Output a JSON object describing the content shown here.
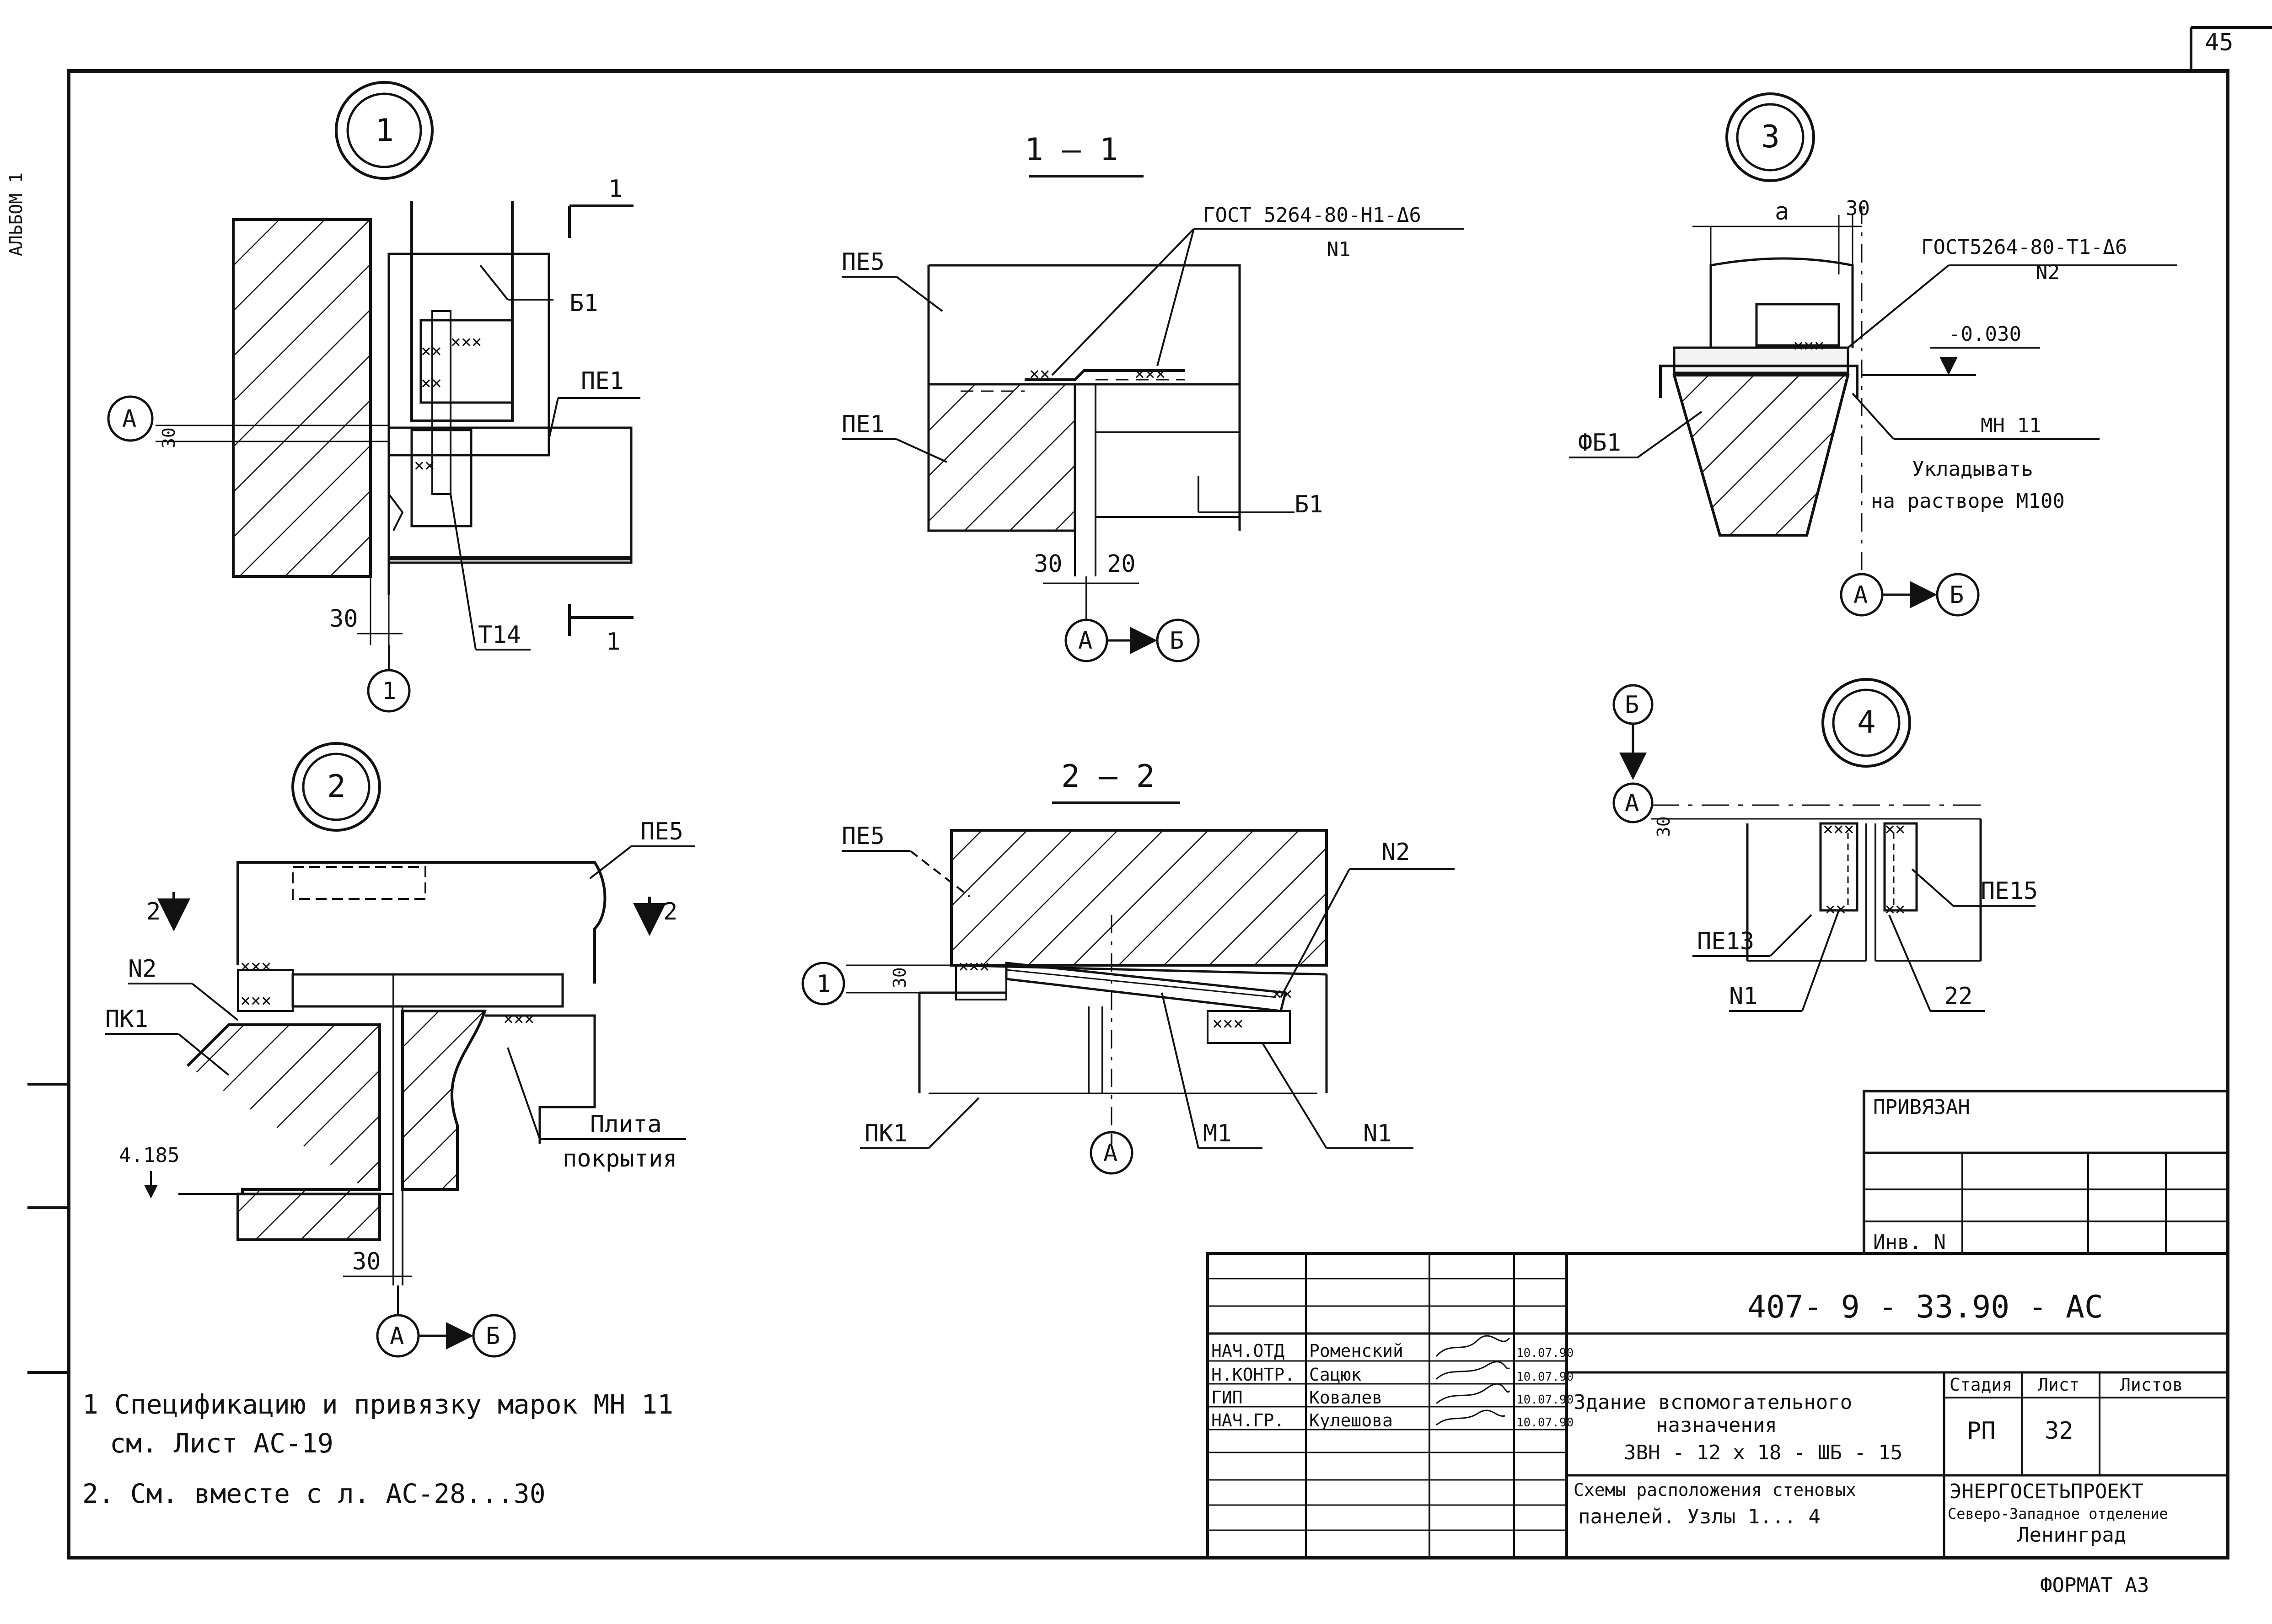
{
  "sheet": {
    "album_label": "АЛЬБОМ 1",
    "corner_number": "45",
    "format_label": "ФОРМАТ А3"
  },
  "node1": {
    "marker": "1",
    "labels": {
      "b1": "Б1",
      "pe1": "ПЕ1",
      "t14": "Т14",
      "axis_a": "А",
      "dim_30a": "30",
      "dim_30b": "30",
      "axis_1": "1",
      "cut_1_top": "1",
      "cut_1_bottom": "1"
    }
  },
  "section_1_1": {
    "title": "1 — 1",
    "labels": {
      "gost": "ГОСТ 5264-80-Н1-Δ6",
      "n1": "N1",
      "pe5": "ПЕ5",
      "pe1": "ПЕ1",
      "b1": "Б1",
      "dim_30": "30",
      "dim_20": "20",
      "axis_a": "А",
      "axis_b": "Б"
    }
  },
  "node3": {
    "marker": "3",
    "labels": {
      "a": "а",
      "dim_30": "30",
      "gost": "ГОСТ5264-80-Т1-Δ6",
      "n2": "N2",
      "level": "-0.030",
      "fb1": "ФБ1",
      "mn11": "МН 11",
      "lay_1": "Укладывать",
      "lay_2": "на растворе М100",
      "axis_a": "А",
      "axis_b": "Б"
    }
  },
  "node2": {
    "marker": "2",
    "labels": {
      "pe5": "ПЕ5",
      "cut_2_left": "2",
      "cut_2_right": "2",
      "n2": "N2",
      "pk1": "ПК1",
      "level": "4.185",
      "slab_1": "Плита",
      "slab_2": "покрытия",
      "dim_30": "30",
      "axis_a": "А",
      "axis_b": "Б"
    }
  },
  "section_2_2": {
    "title": "2 — 2",
    "labels": {
      "pe5": "ПЕ5",
      "n2": "N2",
      "axis_1": "1",
      "dim_30": "30",
      "pk1": "ПК1",
      "axis_a": "А",
      "m1": "М1",
      "n1": "N1"
    }
  },
  "node4": {
    "marker": "4",
    "labels": {
      "axis_b": "Б",
      "axis_a": "А",
      "dim_30": "30",
      "pe13": "ПЕ13",
      "pe15": "ПЕ15",
      "n1": "N1",
      "dim_22": "22"
    }
  },
  "notes": {
    "line1": "1 Спецификацию и привязку марок МН 11",
    "line2": "см. Лист АС-19",
    "line3": "2. См. вместе с л. АС-28...30"
  },
  "binding_box": {
    "title": "ПРИВЯЗАН",
    "inv": "Инв. N"
  },
  "title_block": {
    "doc_code": "407- 9 - 33.90 - АС",
    "signatures": [
      {
        "role": "НАЧ.ОТД",
        "name": "Роменский",
        "date": "10.07.90"
      },
      {
        "role": "Н.КОНТР.",
        "name": "Сацюк",
        "date": "10.07.90"
      },
      {
        "role": "ГИП",
        "name": "Ковалев",
        "date": "10.07.90"
      },
      {
        "role": "НАЧ.ГР.",
        "name": "Кулешова",
        "date": "10.07.90"
      }
    ],
    "building_1": "Здание вспомогательного",
    "building_2": "назначения",
    "building_3": "ЗВН - 12 х 18 - ШБ - 15",
    "sheet_title_1": "Схемы расположения стеновых",
    "sheet_title_2": "панелей.  Узлы 1... 4",
    "col_stage": "Стадия",
    "col_sheet": "Лист",
    "col_sheets": "Листов",
    "stage": "РП",
    "sheet_no": "32",
    "org_1": "ЭНЕРГОСЕТЬПРОЕКТ",
    "org_2": "Северо-Западное отделение",
    "org_3": "Ленинград"
  }
}
